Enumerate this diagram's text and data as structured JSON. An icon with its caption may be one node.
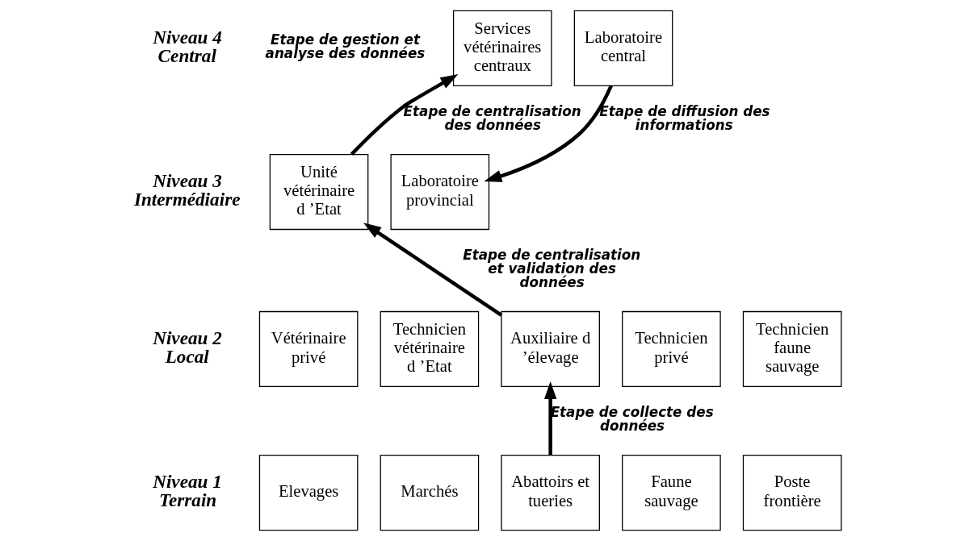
{
  "diagram": {
    "nodes": [
      {
        "text": [
          "Services vétérinaires centraux"
        ]
      },
      {
        "text": [
          "Laboratoire central"
        ]
      },
      {
        "text": [
          "Unité vétérinaire d ’Etat"
        ]
      },
      {
        "text": [
          "Laboratoire provincial"
        ]
      },
      {
        "text": [
          "Vétérinaire privé"
        ]
      },
      {
        "text": [
          "Technicien vétérinaire d ’Etat"
        ]
      },
      {
        "text": [
          "Auxiliaire d ’élevage"
        ]
      },
      {
        "text": [
          "Technicien privé"
        ]
      },
      {
        "text": [
          "Technicien faune sauvage"
        ]
      },
      {
        "text": [
          "Elevages"
        ]
      },
      {
        "text": [
          "Marchés"
        ]
      },
      {
        "text": [
          "Abattoirs et tueries"
        ]
      },
      {
        "text": [
          "Faune sauvage"
        ]
      },
      {
        "text": [
          "Poste frontière"
        ]
      }
    ],
    "edges": [
      {
        "from": 11,
        "to": 6,
        "arrow": "to",
        "label": "Etape de collecte des données"
      },
      {
        "from": 6,
        "to": 2,
        "arrow": "to",
        "label": "Etape de centralisation et validation des données"
      },
      {
        "from": 2,
        "to": 0,
        "arrow": "to",
        "label": "Etape de centralisation des données"
      },
      {
        "from": 1,
        "to": 3,
        "arrow": "to",
        "label": "Etape de diffusion des informations"
      }
    ],
    "labels": [
      "Niveau 4 Central",
      "Etape de gestion et analyse des données",
      "Niveau 3 Intermédiaire",
      "Niveau 2 Local",
      "Niveau 1 Terrain"
    ]
  }
}
